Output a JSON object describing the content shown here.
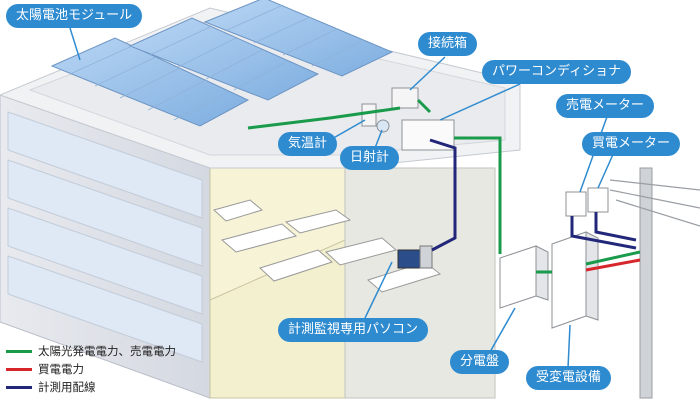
{
  "labels": {
    "solar_module": "太陽電池モジュール",
    "junction_box": "接続箱",
    "power_conditioner": "パワーコンディショナ",
    "thermometer": "気温計",
    "pyranometer": "日射計",
    "sell_meter": "売電メーター",
    "buy_meter": "買電メーター",
    "monitoring_pc": "計測監視専用パソコン",
    "distribution_board": "分電盤",
    "substation_equipment": "受変電設備"
  },
  "legend": [
    {
      "label": "太陽光発電電力、売電電力",
      "color": "#1a9b4b"
    },
    {
      "label": "買電電力",
      "color": "#d7262b"
    },
    {
      "label": "計測用配線",
      "color": "#22277a"
    }
  ],
  "colors": {
    "callout": "#2f8bd0",
    "solar_line": "#1a9b4b",
    "buy_line": "#d7262b",
    "measure_line": "#22277a",
    "panel": "#9ec3ea",
    "interior_floor": "#f3f0cf"
  }
}
